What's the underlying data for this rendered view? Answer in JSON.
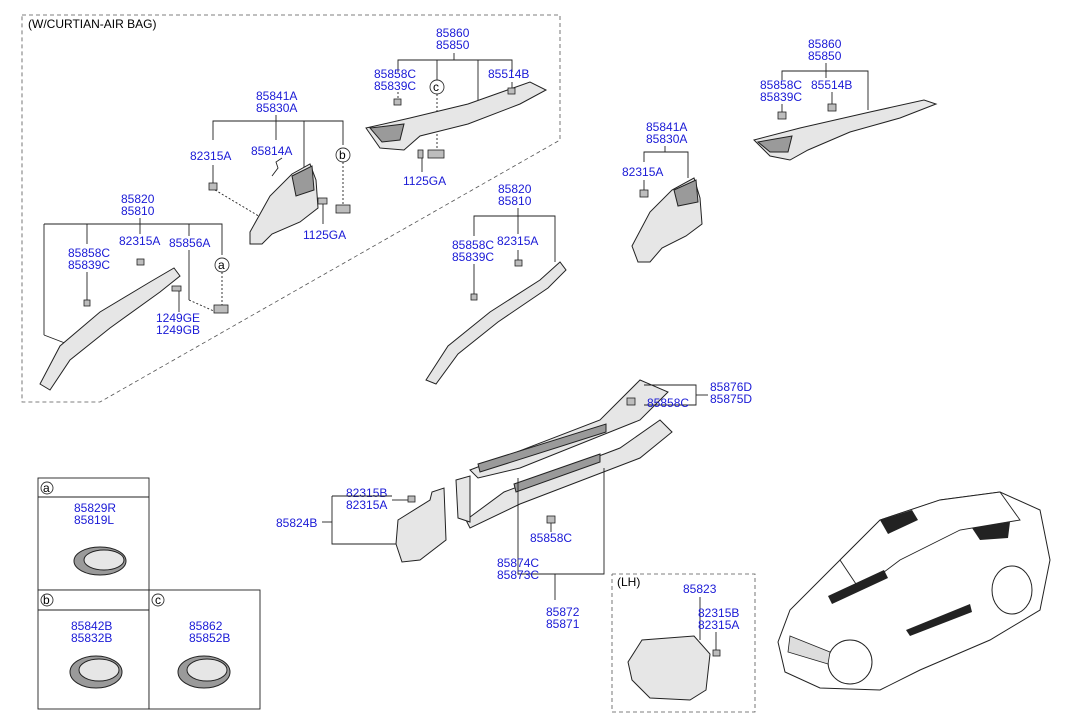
{
  "groups": {
    "curtain_airbag": "(W/CURTIAN-AIR BAG)",
    "lh": "(LH)"
  },
  "parts": {
    "p85860_a": "85860",
    "p85850_a": "85850",
    "p85858C_a": "85858C",
    "p85839C_a": "85839C",
    "p85514B_a": "85514B",
    "p85841A_a": "85841A",
    "p85830A_a": "85830A",
    "p82315A_a": "82315A",
    "p85814A": "85814A",
    "p1125GA_a": "1125GA",
    "p1125GA_b": "1125GA",
    "p85820_a": "85820",
    "p85810_a": "85810",
    "p85858C_b": "85858C",
    "p85839C_b": "85839C",
    "p82315A_b": "82315A",
    "p85856A": "85856A",
    "p1249GE": "1249GE",
    "p1249GB": "1249GB",
    "p85860_b": "85860",
    "p85850_b": "85850",
    "p85858C_c": "85858C",
    "p85839C_c": "85839C",
    "p85514B_b": "85514B",
    "p85841A_b": "85841A",
    "p85830A_b": "85830A",
    "p82315A_c": "82315A",
    "p85820_b": "85820",
    "p85810_b": "85810",
    "p85858C_d": "85858C",
    "p85839C_d": "85839C",
    "p82315A_d": "82315A",
    "p85876D": "85876D",
    "p85875D": "85875D",
    "p85858C_e": "85858C",
    "p82315B_a": "82315B",
    "p82315A_e": "82315A",
    "p85824B": "85824B",
    "p85858C_f": "85858C",
    "p85874C": "85874C",
    "p85873C": "85873C",
    "p85872": "85872",
    "p85871": "85871",
    "p85823": "85823",
    "p82315B_b": "82315B",
    "p82315A_f": "82315A"
  },
  "callouts": {
    "a": "a",
    "b": "b",
    "c": "c"
  },
  "legend": {
    "a": {
      "letter": "a",
      "line1": "85829R",
      "line2": "85819L"
    },
    "b": {
      "letter": "b",
      "line1": "85842B",
      "line2": "85832B"
    },
    "c": {
      "letter": "c",
      "line1": "85862",
      "line2": "85852B"
    }
  },
  "colors": {
    "part_number": "#1a1ad6",
    "line": "#222222"
  }
}
